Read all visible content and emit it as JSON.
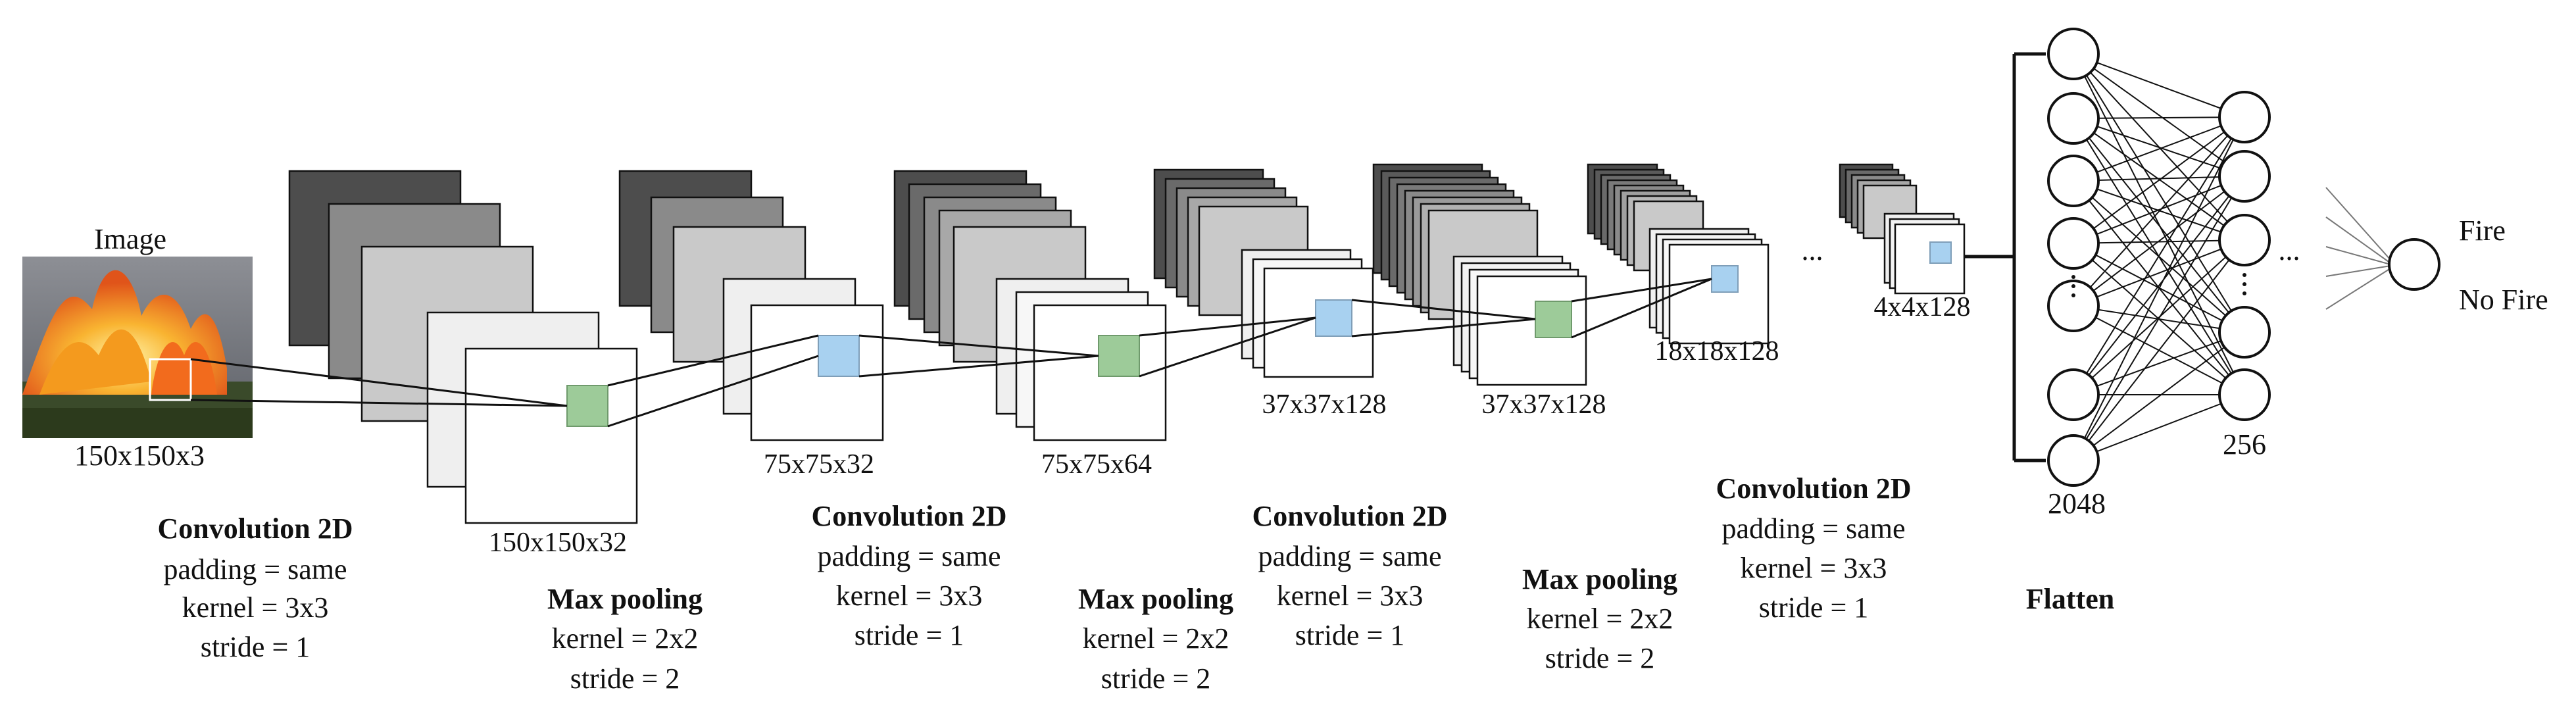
{
  "input": {
    "title": "Image",
    "size": "150x150x3"
  },
  "layers": [
    {
      "name": "Convolution 2D",
      "params": [
        "padding = same",
        "kernel = 3x3",
        "stride = 1"
      ],
      "output": "150x150x32"
    },
    {
      "name": "Max pooling",
      "params": [
        "kernel = 2x2",
        "stride = 2"
      ],
      "output": "75x75x32"
    },
    {
      "name": "Convolution 2D",
      "params": [
        "padding = same",
        "kernel = 3x3",
        "stride = 1"
      ],
      "output": "75x75x64"
    },
    {
      "name": "Max pooling",
      "params": [
        "kernel = 2x2",
        "stride = 2"
      ],
      "output": "37x37x128"
    },
    {
      "name": "Convolution 2D",
      "params": [
        "padding = same",
        "kernel = 3x3",
        "stride = 1"
      ],
      "output": "37x37x128"
    },
    {
      "name": "Max pooling",
      "params": [
        "kernel = 2x2",
        "stride = 2"
      ],
      "output": "18x18x128"
    },
    {
      "name": "Convolution 2D",
      "params": [
        "padding = same",
        "kernel = 3x3",
        "stride = 1"
      ],
      "output": "4x4x128"
    }
  ],
  "ellipsis": "...",
  "flatten": {
    "label": "Flatten",
    "units": "2048"
  },
  "dense": {
    "units": "256",
    "ellipsis": "..."
  },
  "outputs": [
    "Fire",
    "No Fire"
  ],
  "colors": {
    "kernel_green": "#9dcb99",
    "kernel_blue": "#a8d1f0",
    "fire_orange": "#f49a1e"
  }
}
